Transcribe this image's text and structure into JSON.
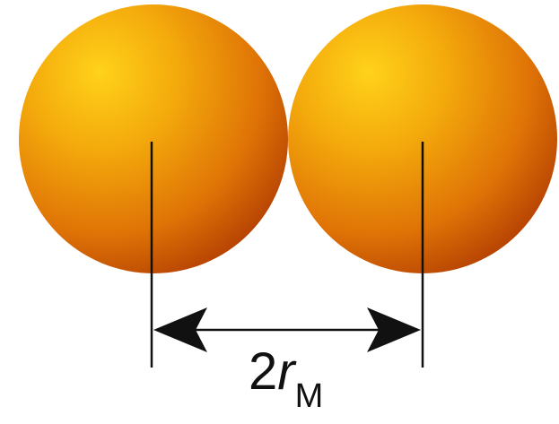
{
  "label": {
    "coefficient": "2",
    "variable": "r",
    "subscript": "M"
  },
  "colors": {
    "sphere_highlight": "#ffd21a",
    "sphere_mid": "#f0a00a",
    "sphere_shade": "#cf5a05",
    "sphere_edge": "#b24303",
    "line": "#111111",
    "background": "#ffffff"
  }
}
